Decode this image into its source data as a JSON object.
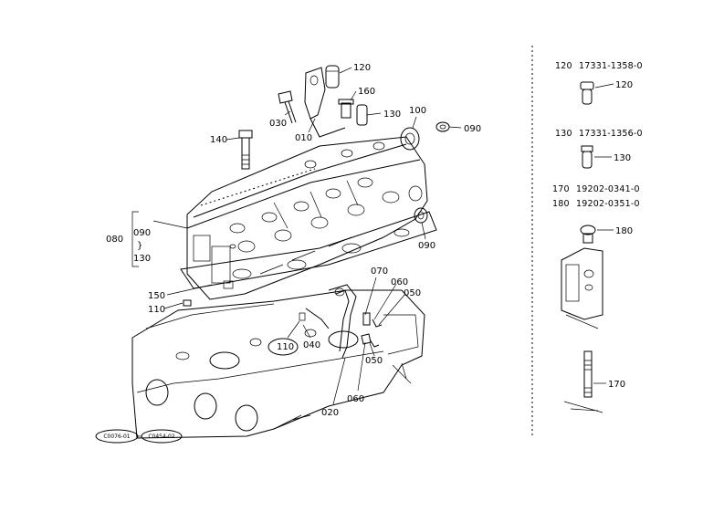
{
  "callouts": {
    "c120": "120",
    "c160": "160",
    "c030": "030",
    "c010": "010",
    "c130": "130",
    "c100": "100",
    "c090a": "090",
    "c140": "140",
    "c080": "080",
    "c090b": "090",
    "c130b": "130",
    "c090c": "090",
    "c150": "150",
    "c110a": "110",
    "c070": "070",
    "c060a": "060",
    "c050a": "050",
    "c110b": "110",
    "c040": "040",
    "c050b": "050",
    "c060b": "060",
    "c020": "020"
  },
  "parts_list": [
    {
      "code": "120",
      "part": "17331-1358-0"
    },
    {
      "code": "130",
      "part": "17331-1356-0"
    },
    {
      "code": "170",
      "part": "19202-0341-0"
    },
    {
      "code": "180",
      "part": "19202-0351-0"
    }
  ],
  "inset_callouts": {
    "i120": "120",
    "i130": "130",
    "i180": "180",
    "i170": "170"
  },
  "ref_badges": [
    "C0076-01",
    "C0454-02"
  ]
}
